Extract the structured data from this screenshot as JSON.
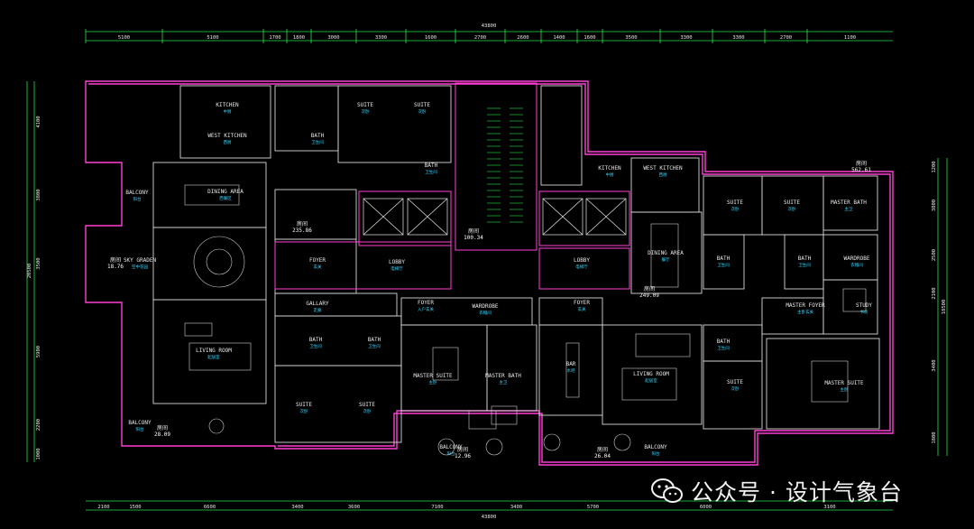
{
  "drawing": {
    "total_dimension_top": "43800",
    "total_dimension_bottom": "43800",
    "top_dimensions": [
      "5100",
      "5100",
      "1700",
      "1800",
      "3000",
      "3300",
      "1600",
      "2700",
      "2600",
      "1400",
      "1600",
      "3500",
      "3300",
      "3300",
      "2700",
      "1100"
    ],
    "bottom_dimensions": [
      "2100",
      "1500",
      "6600",
      "3400",
      "3600",
      "7100",
      "3400",
      "5700",
      "6000",
      "3100"
    ],
    "left_dimensions": [
      "4100",
      "3800",
      "3500",
      "5900",
      "2200",
      "1000"
    ],
    "left_total": "20500",
    "right_dimensions": [
      "1200",
      "3800",
      "2500",
      "2100",
      "3400",
      "1800"
    ],
    "right_total": "18500"
  },
  "rooms": [
    {
      "id": "kitchen-w",
      "en": "KITCHEN",
      "cn": "中厨"
    },
    {
      "id": "west-kitchen-w",
      "en": "WEST KITCHEN",
      "cn": "西厨"
    },
    {
      "id": "suite-1",
      "en": "SUITE",
      "cn": "次卧"
    },
    {
      "id": "suite-2",
      "en": "SUITE",
      "cn": "次卧"
    },
    {
      "id": "bath-1",
      "en": "BATH",
      "cn": "卫生间"
    },
    {
      "id": "bath-2",
      "en": "BATH",
      "cn": "卫生间"
    },
    {
      "id": "balcony-nw",
      "en": "BALCONY",
      "cn": "阳台"
    },
    {
      "id": "dining-w",
      "en": "DINING AREA",
      "cn": "西餐区"
    },
    {
      "id": "sky-garden",
      "en": "SKY GRADEN",
      "cn": "空中花园"
    },
    {
      "id": "foyer-w",
      "en": "FOYER",
      "cn": "玄关"
    },
    {
      "id": "lobby-w",
      "en": "LOBBY",
      "cn": "电梯厅"
    },
    {
      "id": "lobby-e",
      "en": "LOBBY",
      "cn": "电梯厅"
    },
    {
      "id": "gallary",
      "en": "GALLARY",
      "cn": "走廊"
    },
    {
      "id": "living-w",
      "en": "LIVING ROOM",
      "cn": "起居室"
    },
    {
      "id": "bath-3",
      "en": "BATH",
      "cn": "卫生间"
    },
    {
      "id": "bath-4",
      "en": "BATH",
      "cn": "卫生间"
    },
    {
      "id": "suite-3",
      "en": "SUITE",
      "cn": "次卧"
    },
    {
      "id": "suite-4",
      "en": "SUITE",
      "cn": "次卧"
    },
    {
      "id": "balcony-sw",
      "en": "BALCONY",
      "cn": "阳台"
    },
    {
      "id": "foyer-c",
      "en": "FOYER",
      "cn": "入户玄关"
    },
    {
      "id": "wardrobe-c",
      "en": "WARDROBE",
      "cn": "衣帽间"
    },
    {
      "id": "master-suite-c",
      "en": "MASTER SUITE",
      "cn": "主卧"
    },
    {
      "id": "master-bath-c",
      "en": "MASTER BATH",
      "cn": "主卫"
    },
    {
      "id": "balcony-c",
      "en": "BALCONY",
      "cn": "阳台"
    },
    {
      "id": "kitchen-e",
      "en": "KITCHEN",
      "cn": "中厨"
    },
    {
      "id": "west-kitchen-e",
      "en": "WEST KITCHEN",
      "cn": "西厨"
    },
    {
      "id": "dining-e",
      "en": "DINING AREA",
      "cn": "餐厅"
    },
    {
      "id": "foyer-e",
      "en": "FOYER",
      "cn": "玄关"
    },
    {
      "id": "bar",
      "en": "BAR",
      "cn": "水吧"
    },
    {
      "id": "living-e",
      "en": "LIVING ROOM",
      "cn": "起居室"
    },
    {
      "id": "balcony-e",
      "en": "BALCONY",
      "cn": "阳台"
    },
    {
      "id": "suite-5",
      "en": "SUITE",
      "cn": "次卧"
    },
    {
      "id": "suite-6",
      "en": "SUITE",
      "cn": "次卧"
    },
    {
      "id": "master-bath-e",
      "en": "MASTER BATH",
      "cn": "主卫"
    },
    {
      "id": "bath-5",
      "en": "BATH",
      "cn": "卫生间"
    },
    {
      "id": "bath-6",
      "en": "BATH",
      "cn": "卫生间"
    },
    {
      "id": "wardrobe-e",
      "en": "WARDROBE",
      "cn": "衣帽间"
    },
    {
      "id": "master-foyer",
      "en": "MASTER FOYER",
      "cn": "主卧玄关"
    },
    {
      "id": "study",
      "en": "STUDY",
      "cn": "书房"
    },
    {
      "id": "bath-7",
      "en": "BATH",
      "cn": "卫生间"
    },
    {
      "id": "suite-7",
      "en": "SUITE",
      "cn": "次卧"
    },
    {
      "id": "master-suite-e",
      "en": "MASTER SUITE",
      "cn": "主卧"
    }
  ],
  "areas": [
    {
      "id": "a-west",
      "label": "房间",
      "value": "235.86"
    },
    {
      "id": "a-core",
      "label": "房间",
      "value": "100.34"
    },
    {
      "id": "a-east-top",
      "label": "房间",
      "value": "562.61"
    },
    {
      "id": "a-east",
      "label": "房间",
      "value": "249.09"
    },
    {
      "id": "a-sky",
      "label": "房间",
      "value": "18.76"
    },
    {
      "id": "a-balc-w",
      "label": "房间",
      "value": "28.09"
    },
    {
      "id": "a-balc-c",
      "label": "房间",
      "value": "12.96"
    },
    {
      "id": "a-balc-e",
      "label": "房间",
      "value": "26.04"
    }
  ],
  "watermark": {
    "text": "公众号 · 设计气象台",
    "icon": "wechat-icon"
  },
  "colors": {
    "wall": "#ff3fd6",
    "line": "#e8e8e8",
    "green": "#27e34a",
    "cyan": "#38d6ff",
    "yellow": "#e0d23a"
  }
}
